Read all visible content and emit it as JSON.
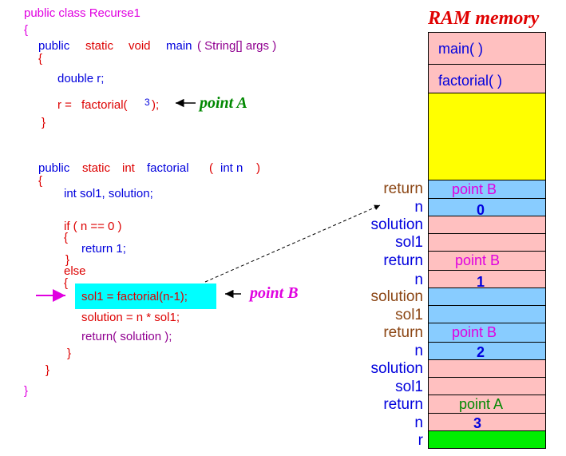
{
  "code": {
    "class_decl": "public class Recurse1",
    "open_brace": "{",
    "main_kw_public": "public",
    "main_kw_static": "static",
    "main_kw_void": "void",
    "main_name": "main",
    "main_params": "( String[] args )",
    "main_open": "{",
    "decl_r": "double r;",
    "assign_lhs": "r =",
    "assign_call": "factorial(",
    "assign_arg": "3",
    "assign_end": ");",
    "main_close": "}",
    "fact_kw_public": "public",
    "fact_kw_static": "static",
    "fact_kw_int": "int",
    "fact_name": "factorial",
    "fact_paren_open": "(",
    "fact_param": "int n",
    "fact_paren_close": ")",
    "fact_open": "{",
    "decl_sol": "int sol1, solution;",
    "if_line": "if ( n == 0 )",
    "if_open": "{",
    "return1": "return 1;",
    "if_close": "}",
    "else_kw": "else",
    "else_open": "{",
    "sol1_line": "sol1 = factorial(n-1);",
    "solution_line": "solution = n * sol1;",
    "return_solution": "return( solution );",
    "else_close": "}",
    "fact_close": "}",
    "class_close": "}"
  },
  "annotations": {
    "point_a": "point A",
    "point_b": "point B"
  },
  "ram": {
    "title": "RAM memory",
    "main_cell": "main( )",
    "factorial_cell": "factorial( )",
    "frames": [
      {
        "return_label": "return",
        "return_value": "point B",
        "n_label": "n",
        "n_value": "0",
        "solution_label": "solution",
        "sol1_label": "sol1"
      },
      {
        "return_label": "return",
        "return_value": "point B",
        "n_label": "n",
        "n_value": "1",
        "solution_label": "solution",
        "sol1_label": "sol1"
      },
      {
        "return_label": "return",
        "return_value": "point B",
        "n_label": "n",
        "n_value": "2",
        "solution_label": "solution",
        "sol1_label": "sol1"
      },
      {
        "return_label": "return",
        "return_value": "point A",
        "n_label": "n",
        "n_value": "3"
      }
    ],
    "r_label": "r"
  },
  "colors": {
    "keyword_magenta": "#e000e0",
    "code_blue": "#0000dd",
    "code_red": "#dd0000",
    "highlight_cyan": "#00ffff",
    "cell_pink": "#ffc0c0",
    "cell_blue": "#88ccff",
    "cell_yellow": "#ffff00",
    "cell_green": "#00ee00"
  }
}
